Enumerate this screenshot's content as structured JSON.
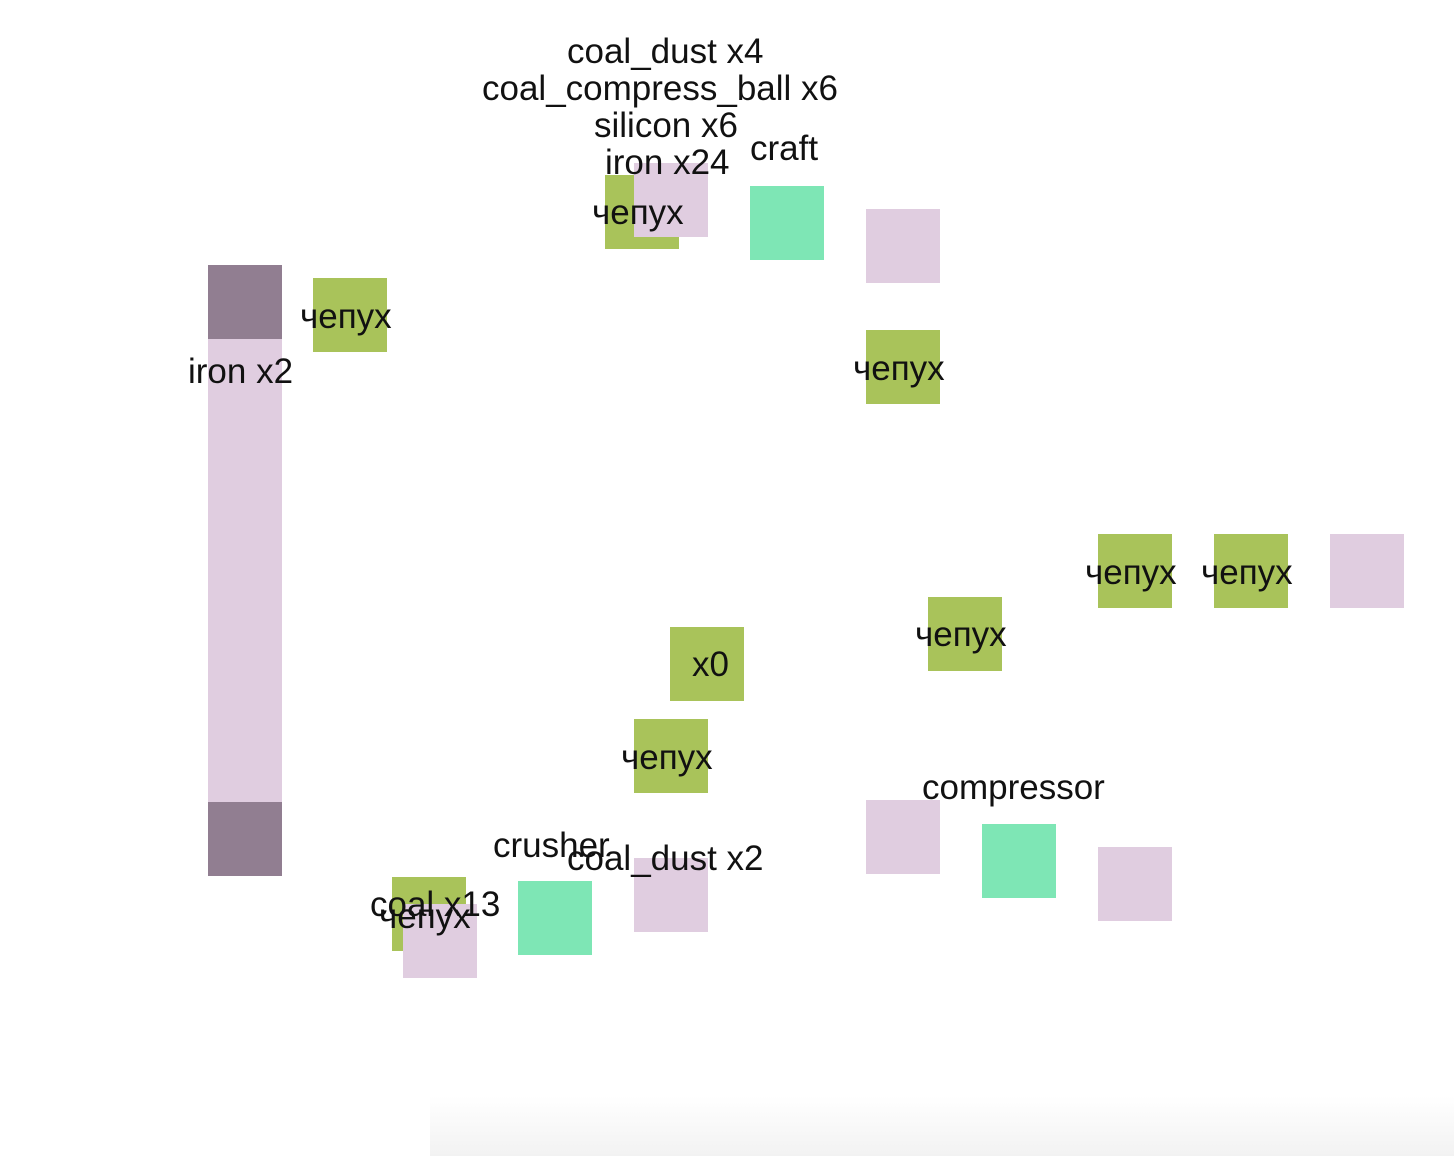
{
  "labels": {
    "top_stack": [
      "coal_dust x4",
      "coal_compress_ball x6",
      "silicon x6",
      "iron x24"
    ],
    "iron_x2": "iron x2",
    "craft": "craft",
    "compressor": "compressor",
    "crusher": "crusher",
    "coal_dust_x2": "coal_dust x2",
    "coal_x13": "coal x13",
    "x0": "x0",
    "chepukh": "чепух"
  },
  "colors": {
    "green_tile": "#a9c35a",
    "pink_tile": "#e0cde0",
    "teal_tile": "#7ee6b5",
    "dark_tile": "#917e91",
    "background": "#ffffff"
  }
}
